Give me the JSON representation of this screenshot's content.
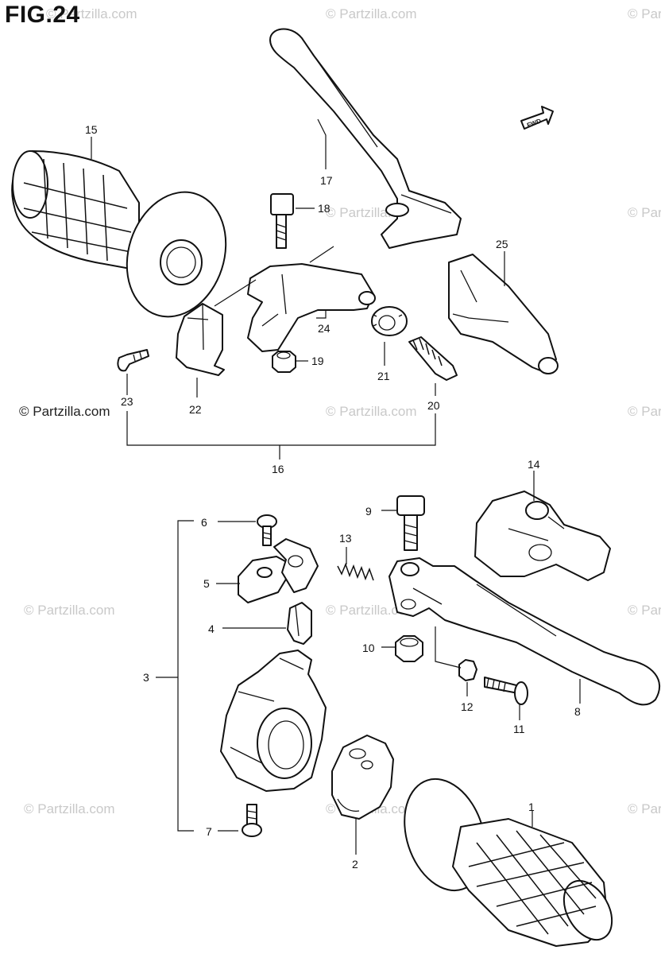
{
  "figure": {
    "title": "FIG.24"
  },
  "watermark": {
    "text": "© Partzilla.com",
    "copyright_text": "© Partzilla.com"
  },
  "fwd_arrow": {
    "label": "FWD",
    "icon": "forward-arrow-icon"
  },
  "callouts": {
    "c1": "1",
    "c2": "2",
    "c3": "3",
    "c4": "4",
    "c5": "5",
    "c6": "6",
    "c7": "7",
    "c8": "8",
    "c9": "9",
    "c10": "10",
    "c11": "11",
    "c12": "12",
    "c13": "13",
    "c14": "14",
    "c15": "15",
    "c16": "16",
    "c17": "17",
    "c18": "18",
    "c19": "19",
    "c20": "20",
    "c21": "21",
    "c22": "22",
    "c23": "23",
    "c24": "24",
    "c25": "25"
  }
}
